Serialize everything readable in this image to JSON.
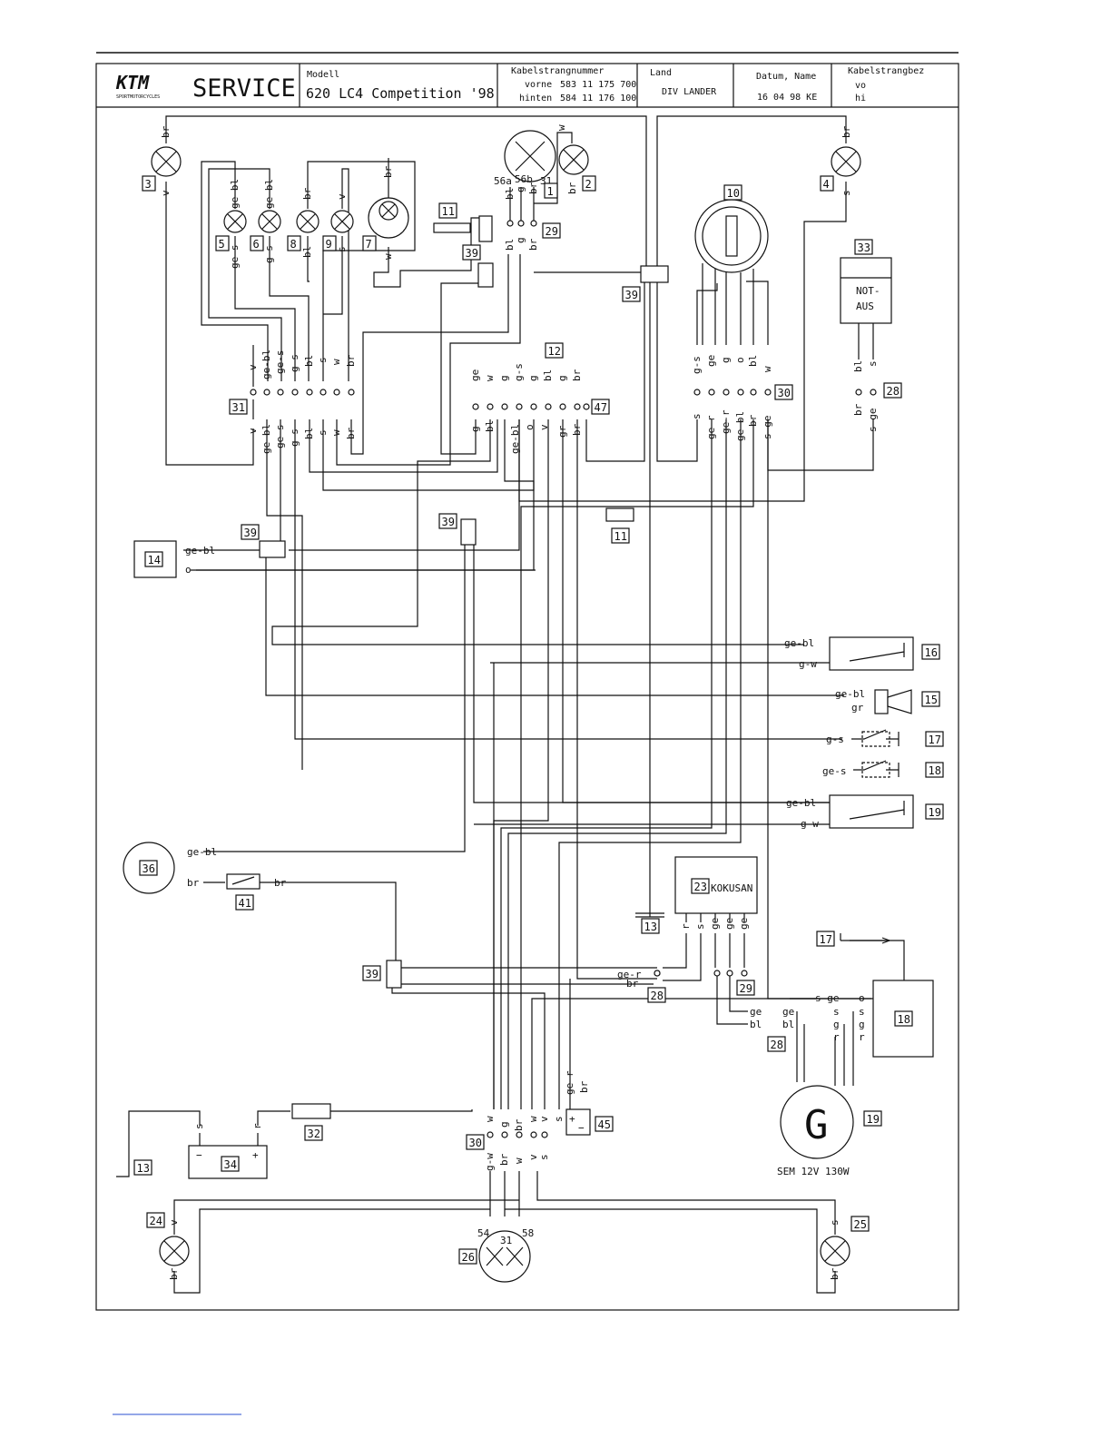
{
  "header": {
    "logo": "KTM",
    "logo_sub": "SPORTMOTORCYCLES",
    "service": "SERVICE",
    "modell_label": "Modell",
    "modell_value": "620 LC4 Competition '98",
    "kabelstrang_label": "Kabelstrangnummer",
    "vorne_label": "vorne",
    "vorne_value": "583 11 175 700",
    "hinten_label": "hinten",
    "hinten_value": "584 11 176 100",
    "land_label": "Land",
    "land_value": "DIV LANDER",
    "datum_label": "Datum, Name",
    "datum_value": "16 04 98 KE",
    "bez_label": "Kabelstrangbez",
    "bez_vo": "vo",
    "bez_hi": "hi"
  },
  "components": {
    "not_aus_1": "NOT-",
    "not_aus_2": "AUS",
    "kokusan": "KOKUSAN",
    "generator_letter": "G",
    "generator_spec": "SEM 12V 130W"
  },
  "numbers": [
    "1",
    "2",
    "3",
    "4",
    "5",
    "6",
    "7",
    "8",
    "9",
    "10",
    "11",
    "12",
    "13",
    "14",
    "15",
    "16",
    "17",
    "18",
    "19",
    "23",
    "24",
    "25",
    "26",
    "28",
    "29",
    "30",
    "31",
    "32",
    "33",
    "34",
    "36",
    "39",
    "41",
    "45",
    "47"
  ],
  "wire_labels": {
    "ge_bl": "ge-bl",
    "g_w": "g-w",
    "gr": "gr",
    "g_s": "g-s",
    "ge_s": "ge-s",
    "o": "o",
    "br": "br",
    "ge_r": "ge-r",
    "ge": "ge",
    "bl": "bl",
    "s_ge": "s-ge",
    "s": "s",
    "g": "g",
    "r": "r",
    "w": "w",
    "v": "v",
    "plus": "+",
    "minus": "−",
    "pin_56a": "56a",
    "pin_56b": "56b",
    "pin_31": "31",
    "pin_54": "54",
    "pin_58": "58"
  }
}
